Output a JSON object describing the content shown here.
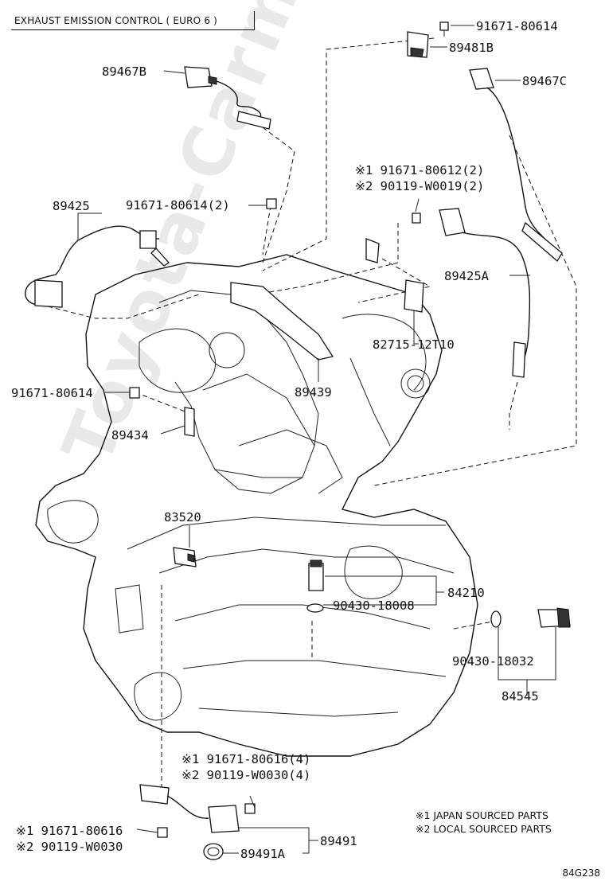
{
  "header": {
    "title": "EXHAUST EMISSION CONTROL ( EURO 6 )"
  },
  "watermark": "Toyota-Carmetr.ru",
  "diagram_code": "84G238",
  "legend": {
    "note1": "※1 JAPAN SOURCED PARTS",
    "note2": "※2 LOCAL SOURCED PARTS"
  },
  "labels": {
    "p91671_80614_top": "91671-80614",
    "p89481B": "89481B",
    "p89467B": "89467B",
    "p89467C": "89467C",
    "p91671_80612": "※1 91671-80612(2)",
    "p90119_W0019": "※2 90119-W0019(2)",
    "p89425": "89425",
    "p91671_80614_2": "91671-80614(2)",
    "p89425A": "89425A",
    "p82715_12T10": "82715-12T10",
    "p89439": "89439",
    "p91671_80614_left": "91671-80614",
    "p89434": "89434",
    "p83520": "83520",
    "p84210": "84210",
    "p90430_18008": "90430-18008",
    "p90430_18032": "90430-18032",
    "p84545": "84545",
    "p91671_80616_4": "※1 91671-80616(4)",
    "p90119_W0030_4": "※2 90119-W0030(4)",
    "p91671_80616": "※1 91671-80616",
    "p90119_W0030": "※2 90119-W0030",
    "p89491": "89491",
    "p89491A": "89491A"
  }
}
